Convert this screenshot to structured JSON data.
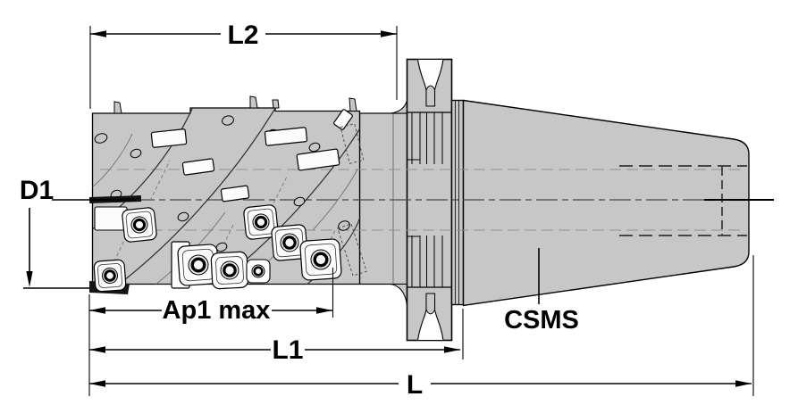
{
  "labels": {
    "l2": "L2",
    "d1": "D1",
    "ap1": "Ap1 max",
    "l1": "L1",
    "l": "L",
    "csms": "CSMS"
  },
  "colors": {
    "body_gray": "#c7c7c7",
    "outline": "#000000",
    "hidden_line": "#8f8f8f",
    "background": "#ffffff"
  }
}
